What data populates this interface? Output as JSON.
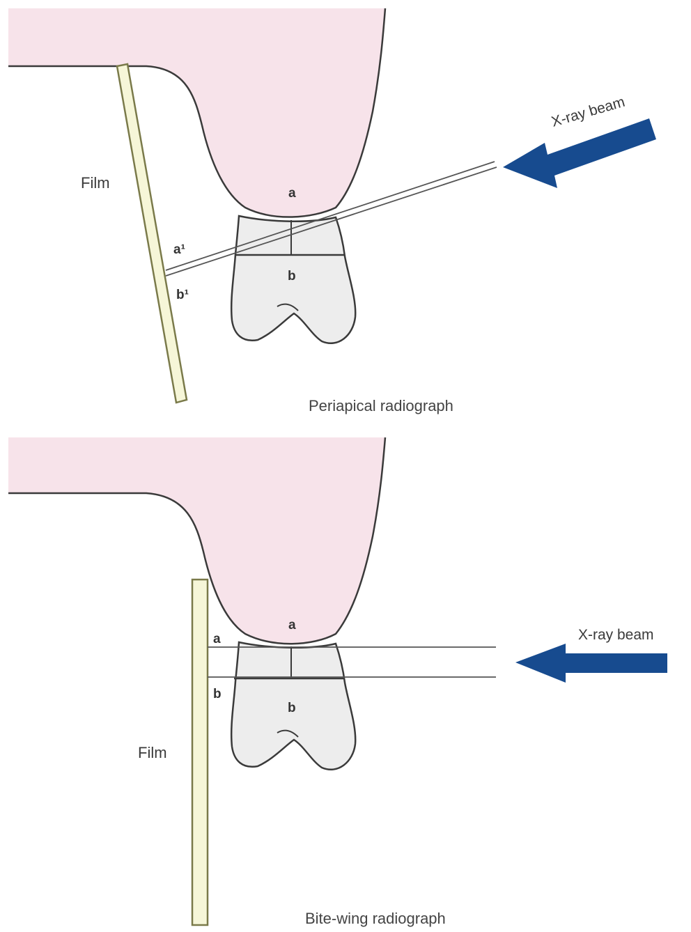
{
  "colors": {
    "soft_tissue": "#f7e3ea",
    "tooth": "#ededed",
    "film_fill": "#f6f6d8",
    "film_stroke": "#7a7a4a",
    "arrow": "#174b8f",
    "outline": "#3a3a3a"
  },
  "top_panel": {
    "caption": "Periapical radiograph",
    "film_label": "Film",
    "beam_label": "X-ray beam",
    "crown_point": "a",
    "root_point": "b",
    "crown_image": "a¹",
    "root_image": "b¹",
    "arrow_icon": "arrow-left-icon"
  },
  "bottom_panel": {
    "caption": "Bite-wing radiograph",
    "film_label": "Film",
    "beam_label": "X-ray beam",
    "crown_point": "a",
    "root_point": "b",
    "crown_image": "a",
    "root_image": "b",
    "arrow_icon": "arrow-left-icon"
  }
}
